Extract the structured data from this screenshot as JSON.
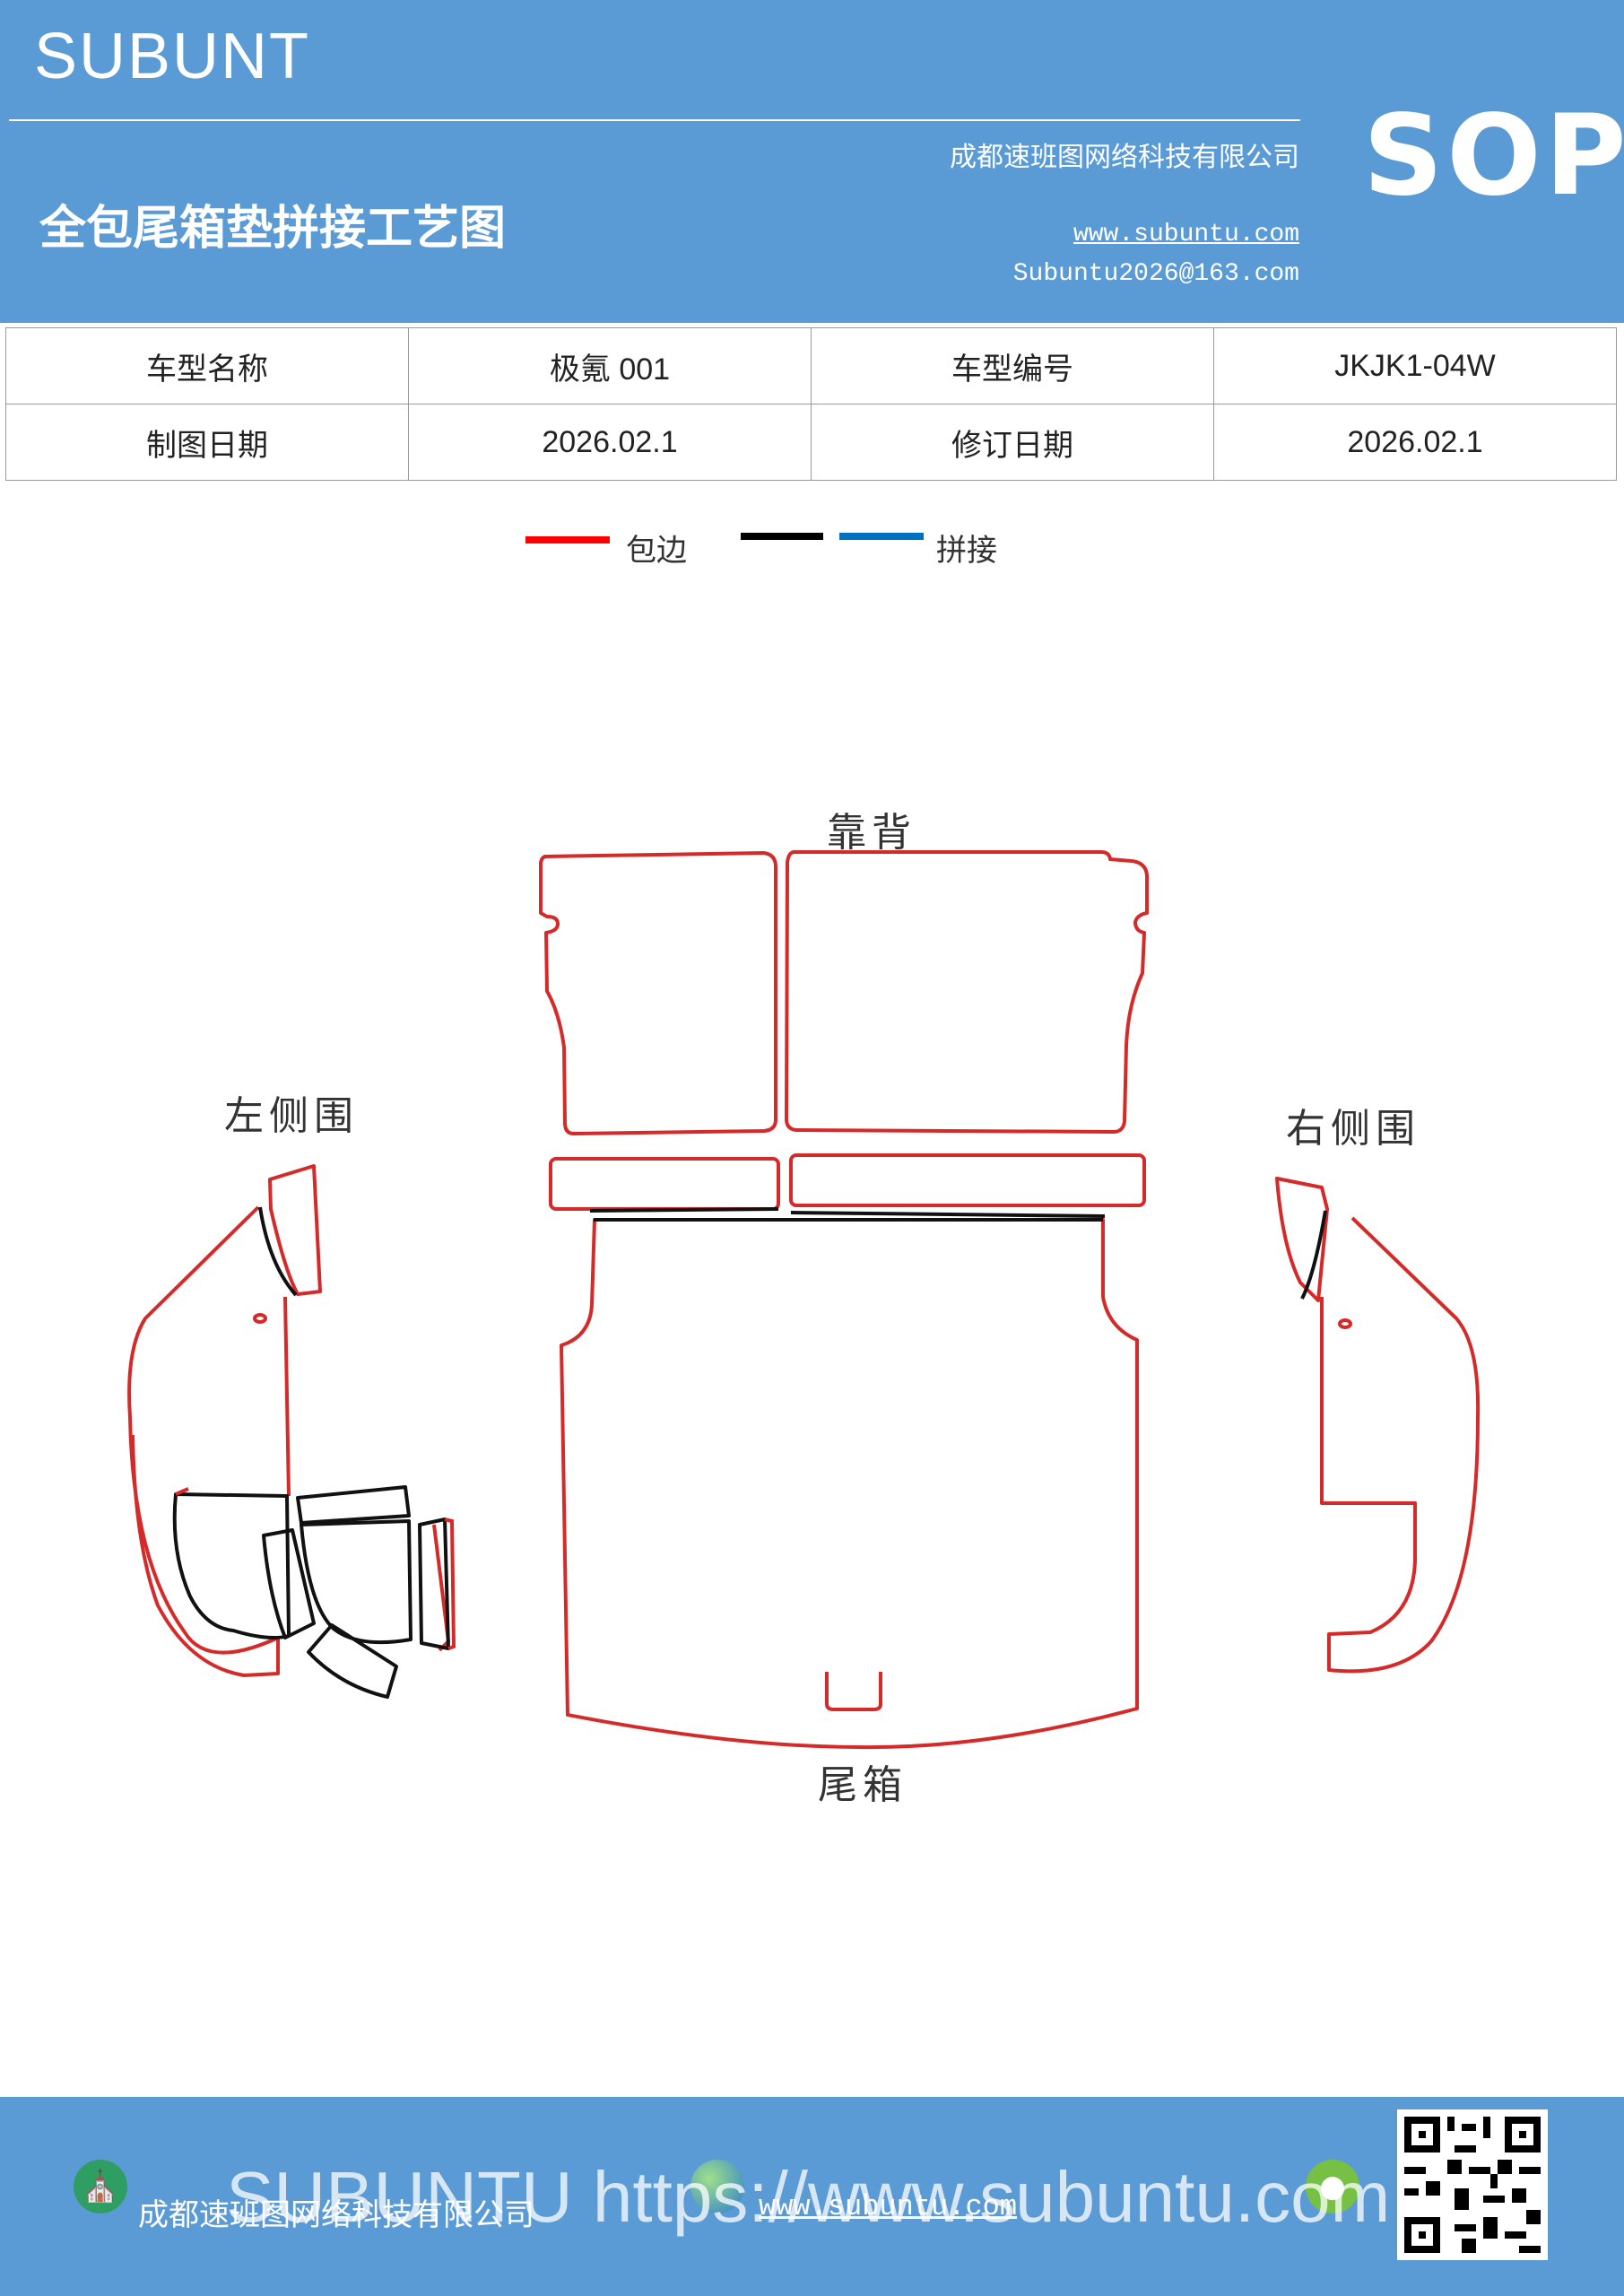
{
  "header": {
    "brand": "SUBUNT",
    "title": "全包尾箱垫拼接工艺图",
    "company": "成都速班图网络科技有限公司",
    "website": "www.subuntu.com",
    "email": "Subuntu2026@163.com",
    "badge": "SOP"
  },
  "info_table": {
    "row1": {
      "label1": "车型名称",
      "value1": "极氪 001",
      "label2": "车型编号",
      "value2": "JKJK1-04W"
    },
    "row2": {
      "label1": "制图日期",
      "value1": "2026.02.1",
      "label2": "修订日期",
      "value2": "2026.02.1"
    }
  },
  "legend": {
    "items": [
      {
        "label": "包边",
        "color": "#ff0000"
      },
      {
        "label": "",
        "color": "#000000"
      },
      {
        "label": "拼接",
        "color": "#0070c0"
      }
    ]
  },
  "diagram": {
    "labels": {
      "backrest": "靠背",
      "left_side": "左侧围",
      "right_side": "右侧围",
      "trunk": "尾箱"
    },
    "colors": {
      "edge": "#d42a2a",
      "seam": "#111111"
    }
  },
  "footer": {
    "company": "成都速班图网络科技有限公司",
    "website": "www.subuntu.com",
    "watermark": "SUBUNTU https://www.subuntu.com"
  }
}
